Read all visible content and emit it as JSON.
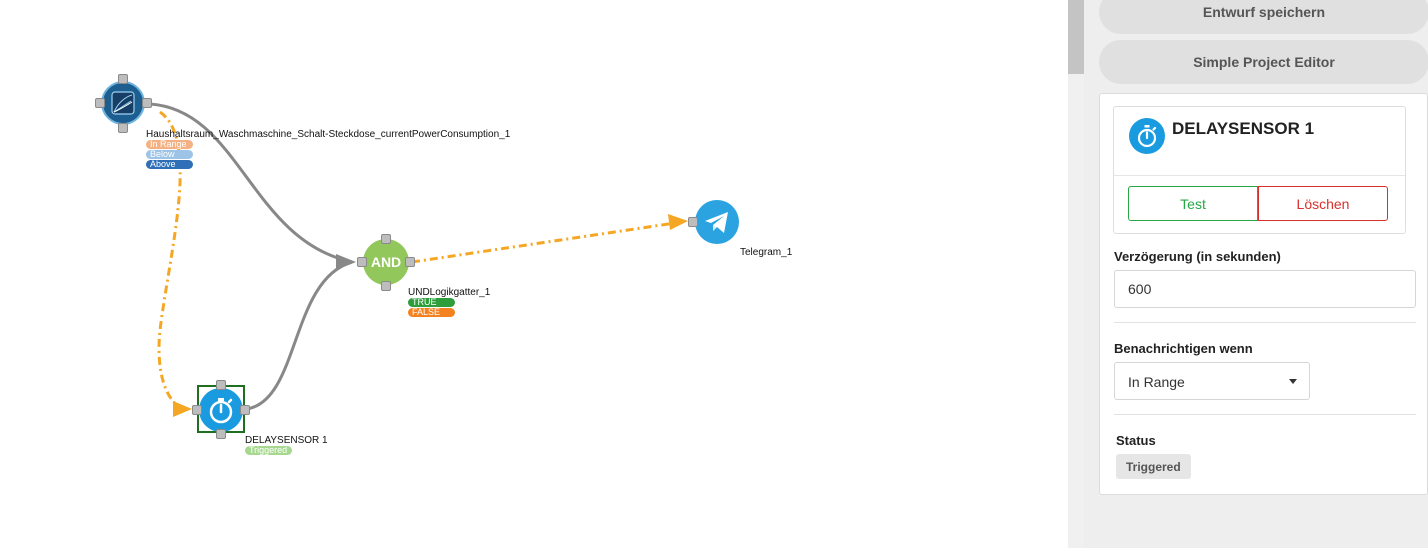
{
  "canvas": {
    "nodes": {
      "power_sensor": {
        "label": "Haushaltsraum_Waschmaschine_Schalt-Steckdose_currentPowerConsumption_1",
        "icon": "power-gauge-icon",
        "states": [
          {
            "label": "In Range",
            "color": "#f5b183"
          },
          {
            "label": "Below",
            "color": "#9dc3e6"
          },
          {
            "label": "Above",
            "color": "#2f6fb8"
          }
        ]
      },
      "and_gate": {
        "label": "UNDLogikgatter_1",
        "text": "AND",
        "color": "#92c85b",
        "states": [
          {
            "label": "TRUE",
            "color": "#2e9e3a"
          },
          {
            "label": "FALSE",
            "color": "#f58220"
          }
        ]
      },
      "telegram": {
        "label": "Telegram_1",
        "icon": "telegram-icon",
        "color": "#2aa3e0"
      },
      "delay_sensor": {
        "label": "DELAYSENSOR 1",
        "icon": "stopwatch-icon",
        "color": "#1a9be0",
        "selected_color": "#1f6e22",
        "states": [
          {
            "label": "Triggered",
            "color": "#a6d98f"
          }
        ]
      }
    },
    "edge_colors": {
      "solid": "#888888",
      "dashed": "#f5a623"
    }
  },
  "sidebar": {
    "save_label": "Entwurf speichern",
    "editor_label": "Simple Project Editor",
    "card": {
      "title": "DELAYSENSOR 1",
      "icon": "stopwatch-icon",
      "test_label": "Test",
      "delete_label": "Löschen"
    },
    "delay": {
      "label": "Verzögerung (in sekunden)",
      "value": "600"
    },
    "notify": {
      "label": "Benachrichtigen wenn",
      "value": "In Range"
    },
    "status": {
      "label": "Status",
      "value": "Triggered"
    }
  }
}
